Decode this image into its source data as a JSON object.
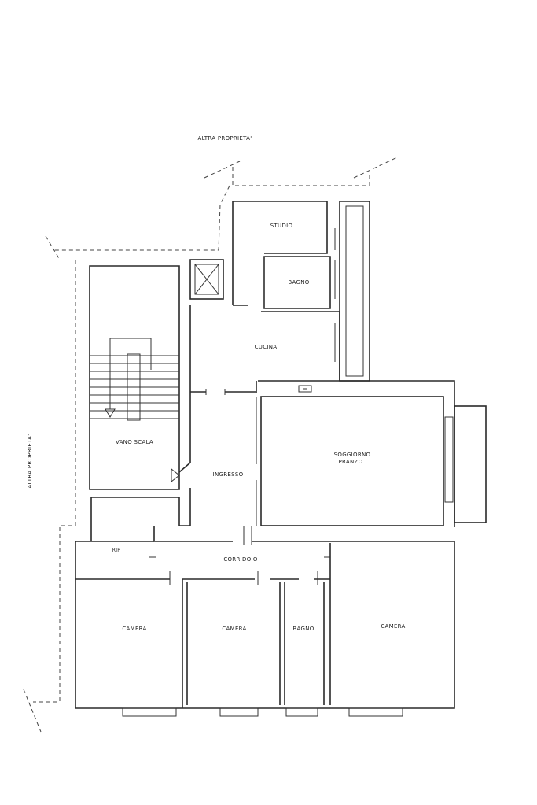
{
  "plan": {
    "neighbor_label_top": "ALTRA PROPRIETA'",
    "neighbor_label_side": "ALTRA PROPRIETA'"
  },
  "rooms": {
    "studio": "STUDIO",
    "bagno_upper": "BAGNO",
    "cucina": "CUCINA",
    "vano_scala": "VANO SCALA",
    "ingresso": "INGRESSO",
    "soggiorno_line1": "SOGGIORNO",
    "soggiorno_line2": "PRANZO",
    "rip": "RIP",
    "corridoio": "CORRIDOIO",
    "camera_left": "CAMERA",
    "camera_middle": "CAMERA",
    "bagno_lower": "BAGNO",
    "camera_right": "CAMERA"
  }
}
